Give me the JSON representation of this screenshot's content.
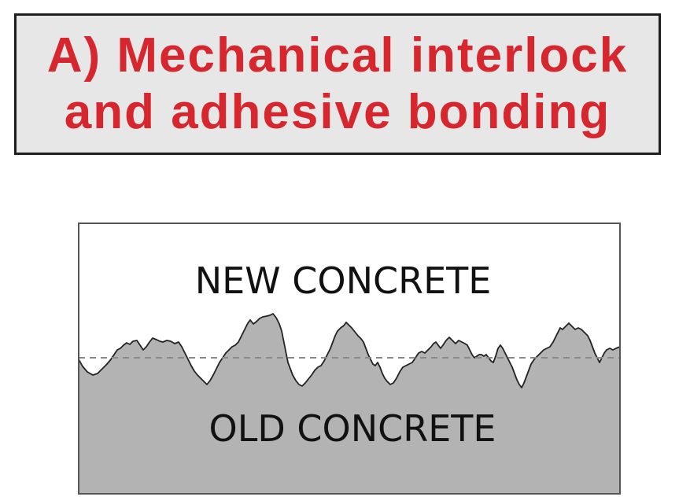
{
  "title": {
    "line1": "A) Mechanical interlock",
    "line2": "and adhesive bonding",
    "color": "#d6262e",
    "background": "#e7e7e7"
  },
  "diagram": {
    "top_label": "NEW CONCRETE",
    "bottom_label": "OLD CONCRETE",
    "old_concrete_fill": "#b3b3b3",
    "new_concrete_fill": "#ffffff",
    "reference_line": "dashed"
  }
}
